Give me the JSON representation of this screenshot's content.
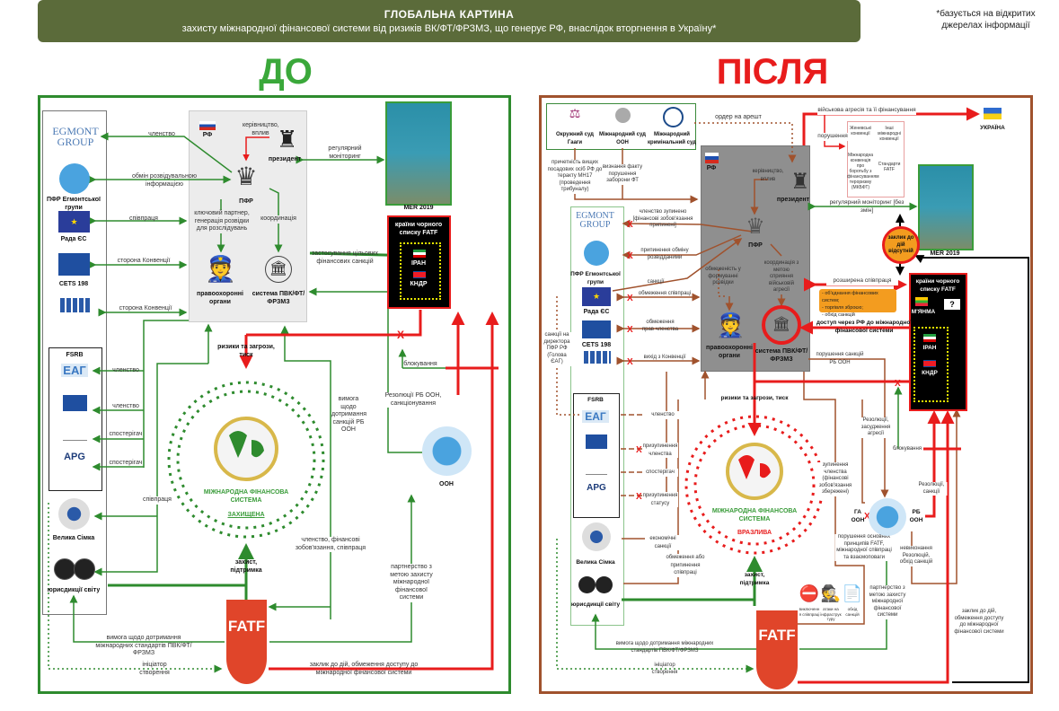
{
  "header": {
    "title": "ГЛОБАЛЬНА КАРТИНА",
    "subtitle": "захисту міжнародної фінансової системи від ризиків ВК/ФТ/ФРЗМЗ, що генерує РФ, внаслідок вторгнення в Україну*",
    "note": "*базується на відкритих джерелах інформації"
  },
  "colors": {
    "before": "#2e8b2e",
    "after_border": "#a0522d",
    "threat": "#e81c1c",
    "header_bg": "#5b6b3a"
  },
  "before": {
    "heading": "ДО",
    "rf": "РФ",
    "leadership": "керівництво, вплив",
    "president": "президент",
    "fiu": "ПФР",
    "key_partner": "ключовий партнер, генерація розвідки для розслідувань",
    "coordination": "координація",
    "law_enforcement": "правоохоронні органи",
    "aml_system": "система ПВК/ФТ/ФРЗМЗ",
    "egmont_logo": "EGMONT GROUP",
    "egmont_fius": "ПФР Егмонтської групи",
    "eu_council": "Рада ЄС",
    "cets": "CETS 198",
    "fsrb": "FSRB",
    "eag": "ЕАГ",
    "apg": "APG",
    "g7": "Велика Сімка",
    "world": "юрисдикції світу",
    "mer": "MER 2019",
    "blacklist_title": "країни чорного списку FATF",
    "iran": "ІРАН",
    "dprk": "КНДР",
    "un": "ООН",
    "fatf": "FATF",
    "system_title": "МІЖНАРОДНА ФІНАНСОВА СИСТЕМА",
    "system_status": "ЗАХИЩЕНА",
    "links": {
      "membership": "членство",
      "intel_exchange": "обмін розвідувальною інформацією",
      "cooperation": "співпраця",
      "convention_party_1": "сторона Конвенції",
      "convention_party_2": "сторона Конвенції",
      "monitoring": "регулярний моніторинг",
      "targeted_sanctions": "застосування цільових фінансових санкцій",
      "risks": "ризики та загрози, тиск",
      "blocking": "блокування",
      "fsrb_membership_1": "членство",
      "fsrb_membership_2": "членство",
      "observer_1": "спостерігач",
      "observer_2": "спостерігач",
      "cooperation_2": "співпраця",
      "un_sanctions_req": "вимога щодо дотримання санкцій РБ ООН",
      "un_resolutions": "Резолюції РБ ООН, санкціонування",
      "membership_obligations": "членство, фінансові зобов'язання, співпраця",
      "protection": "захист, підтримка",
      "partnership": "партнерство з метою захисту міжнародної фінансової системи",
      "standards_req": "вимога щодо дотримання міжнародних стандартів ПВК/ФТ/ФРЗМЗ",
      "initiator": "ініціатор створення",
      "call_to_action": "заклик до дій, обмеження доступу до міжнародної фінансової системи"
    }
  },
  "after": {
    "heading": "ПІСЛЯ",
    "court_hague": "Окружний суд Гааги",
    "court_icj": "Міжнародний суд ООН",
    "court_icc": "Міжнародний кримінальний суд",
    "arrest_warrant": "ордер на арешт",
    "mh17": "причетність вищих посадових осіб РФ до теракту МН17 (проведення трибуналу)",
    "tf_violation": "визнання факту порушення заборони ФТ",
    "rf": "РФ",
    "leadership": "керівництво, вплив",
    "president": "президент",
    "fiu": "ПФР",
    "limited_intel": "обмеженість у формуванні розвідки",
    "aggression_coord": "координація з метою сприяння військовій агресії",
    "law_enforcement": "правоохоронні органи",
    "aml_system": "система ПВК/ФТ/ФРЗМЗ",
    "egmont_logo": "EGMONT GROUP",
    "egmont_fius": "ПФР Егмонтської групи",
    "eu_council": "Рада ЄС",
    "cets": "CETS 198",
    "fsrb": "FSRB",
    "eag": "ЕАГ",
    "apg": "APG",
    "g7": "Велика Сімка",
    "world": "юрисдикції світу",
    "director_sanctions": "санкції на директора ПФР РФ (Голова ЄАГ)",
    "ukraine": "УКРАЇНА",
    "aggression": "військова агресія та її фінансування",
    "violation": "порушення",
    "documents": [
      "Женевські конвенції",
      "Інші міжнародні конвенції",
      "Міжнародна конвенція про боротьбу з фінансуванням тероризму (МКБФТ)",
      "Стандарти FATF"
    ],
    "mer": "MER 2019",
    "monitoring": "регулярний моніторинг [без змін]",
    "no_call": "заклик до дій відсутній",
    "expanded_coop": "розширена співпраця",
    "coop_items": [
      "- об'єднання фінансових систем;",
      "- торгівля зброєю;",
      "- обхід санкцій"
    ],
    "blacklist_title": "країни чорного списку FATF",
    "myanmar": "М'ЯНМА",
    "unknown": "?",
    "iran": "ІРАН",
    "dprk": "КНДР",
    "access": "доступ через РФ до міжнародної фінансової системи",
    "un_violation": "порушення санкцій РБ ООН",
    "risks": "ризики та загрози, тиск",
    "system_title": "МІЖНАРОДНА ФІНАНСОВА СИСТЕМА",
    "system_status": "ВРАЗЛИВА",
    "protection": "захист, підтримка",
    "resolutions_condemn": "Резолюції, засудження агресії",
    "suspension": "зупинення членства (фінансові зобов'язання збережені)",
    "principles_violation": "порушення основних принципів FATF, міжнародної співпраці та взаємоповаги",
    "ga_un": "ГА ООН",
    "sc_un": "РБ ООН",
    "blocking": "блокування",
    "resolutions_sanctions": "Резолюції, санкції",
    "non_compliance": "невиконання Резолюцій, обхід санкцій",
    "partnership": "партнерство з метою захисту міжнародної фінансової системи",
    "call_to_action": "заклик до дій, обмеження доступу до міжнародної фінансової системи",
    "standards_req": "вимога щодо дотримання міжнародних стандартів ПВК/ФТ/ФРЗМЗ",
    "initiator": "ініціатор створення",
    "fatf": "FATF",
    "threat_icons": [
      "виключення співпраці",
      "атаки на інфраструктуру",
      "обхід санкцій"
    ],
    "links": {
      "membership_suspended": "членство зупинено [фінансові зобов'язання припинені]",
      "intel_stopped": "припинення обміну розвідданими",
      "sanctions": "санкції",
      "coop_limited": "обмеження співпраці",
      "rights_limited": "обмеження прав членства",
      "convention_exit": "вихід з Конвенції",
      "fsrb_membership": "членство",
      "membership_suspended_2": "призупинення членства",
      "observer": "спостерігач",
      "status_suspended": "призупинення статусу",
      "economic_sanctions": "економічні санкції",
      "coop_restricted": "обмеження або припинення співпраці"
    }
  }
}
